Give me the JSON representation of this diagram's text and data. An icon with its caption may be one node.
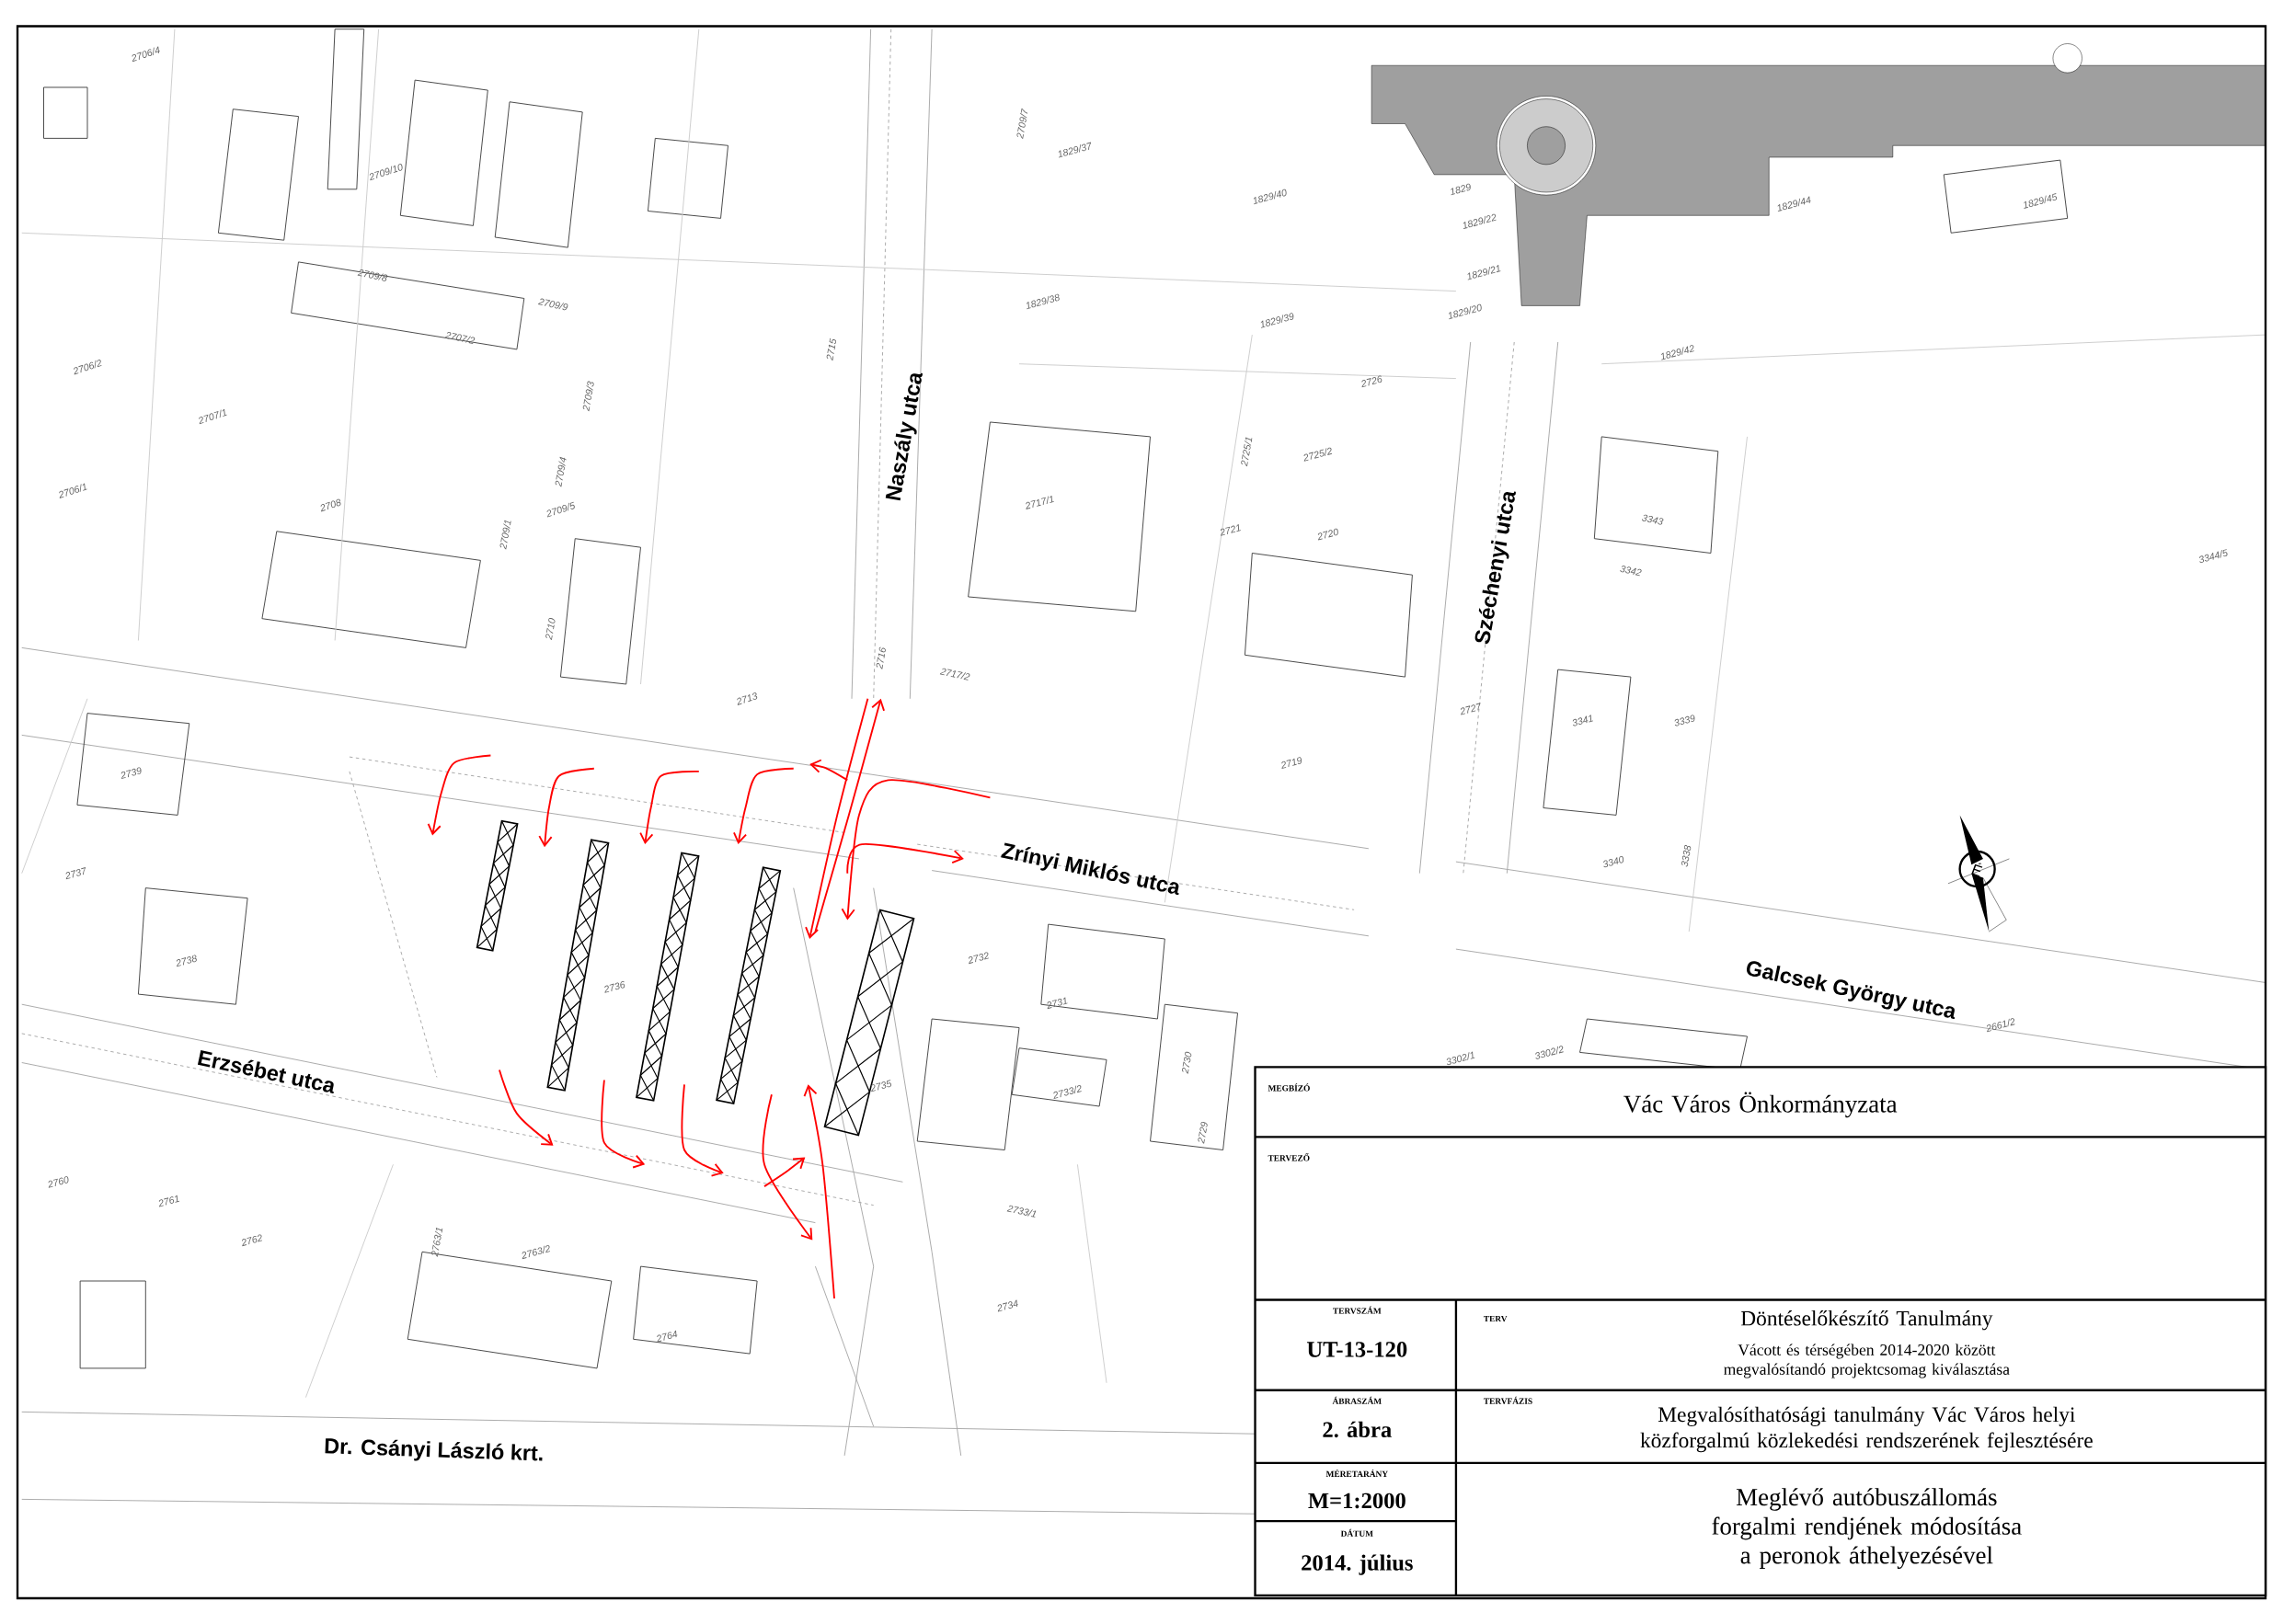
{
  "diagram": {
    "labels": [
      "2706/4",
      "2709/10",
      "2709/7",
      "2709/8",
      "2709/9",
      "2707/2",
      "2706/2",
      "2707/1",
      "2709/3",
      "2715",
      "2706/1",
      "2708",
      "2709/4",
      "2709/5",
      "2709/1",
      "2710",
      "2713",
      "2716",
      "1829/37",
      "1829/40",
      "1829/38",
      "1829/39",
      "1829",
      "1829/22",
      "1829/21",
      "1829/20",
      "1829/44",
      "1829/45",
      "1829/42",
      "2726",
      "2725/1",
      "2725/2",
      "2717/1",
      "2721",
      "2720",
      "3343",
      "3342",
      "3344/5",
      "2717/2",
      "2727",
      "2719",
      "3341",
      "3339",
      "3340",
      "3338",
      "2739",
      "2737",
      "2738",
      "2736",
      "2732",
      "2731",
      "2730",
      "2733/2",
      "2729",
      "2735",
      "3302/1",
      "3302/2",
      "2661/2",
      "2760",
      "2761",
      "2762",
      "2763/1",
      "2763/2",
      "2764",
      "2733/1",
      "2734",
      "Naszály utca",
      "Széchenyi utca",
      "Zrínyi Miklós utca",
      "Galcsek György utca",
      "Erzsébet utca",
      "Dr. Csányi László krt.",
      "É",
      "MEGBÍZÓ",
      "Vác Város Önkormányzata",
      "TERVEZŐ",
      "TERVSZÁM",
      "UT-13-120",
      "TERV",
      "Döntéselőkészítő Tanulmány",
      "Vácott és térségében 2014-2020 között megvalósítandó projektcsomag kiválasztása",
      "ÁBRASZÁM",
      "2. ábra",
      "TERVFÁZIS",
      "Megvalósíthatósági tanulmány Vác Város helyi közforgalmú közlekedési rendszerének fejlesztésére",
      "MÉRETARÁNY",
      "M=1:2000",
      "Meglévő autóbuszállomás forgalmi rendjének módosítása a peronok áthelyezésével",
      "DÁTUM",
      "2014. július"
    ]
  }
}
